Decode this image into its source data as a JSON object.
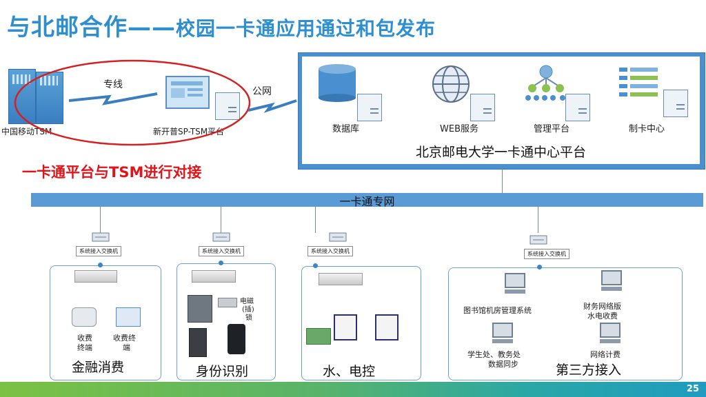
{
  "title": {
    "main": "与北邮合作",
    "dash": "——",
    "sub": "校园一卡通应用通过和包发布"
  },
  "subnote": "一卡通平台与TSM进行对接",
  "top_left": {
    "cmcc_tsm": "中国移动TSM",
    "dedicated_line": "专线",
    "sp_tsm": "新开普SP-TSM平台",
    "public_net": "公网"
  },
  "center_platform": {
    "items": [
      "数据库",
      "WEB服务",
      "管理平台",
      "制卡中心"
    ],
    "title": "北京邮电大学一卡通中心平台"
  },
  "network_bar": "一卡通专网",
  "switch_label": "系统接入交换机",
  "groups": {
    "finance": {
      "title": "金融消费",
      "terminal1": [
        "收费",
        "终端"
      ],
      "terminal2": [
        "收费终",
        "端"
      ]
    },
    "identity": {
      "title": "身份识别",
      "lock_label": [
        "电磁",
        "(插)",
        "锁"
      ]
    },
    "water_power": {
      "title": "水、电控"
    },
    "third_party": {
      "title": "第三方接入",
      "library": "图书馆机房管理系统",
      "finance_net": [
        "财务网络版",
        "水电收费"
      ],
      "student_office": [
        "学生处、教务处",
        "数据同步"
      ],
      "net_billing": "网络计费"
    }
  },
  "page_number": "25",
  "colors": {
    "title_blue": "#2d8fd0",
    "note_red": "#e0141a",
    "platform_blue": "#4a8fcf",
    "ellipse_red": "#d42020"
  }
}
